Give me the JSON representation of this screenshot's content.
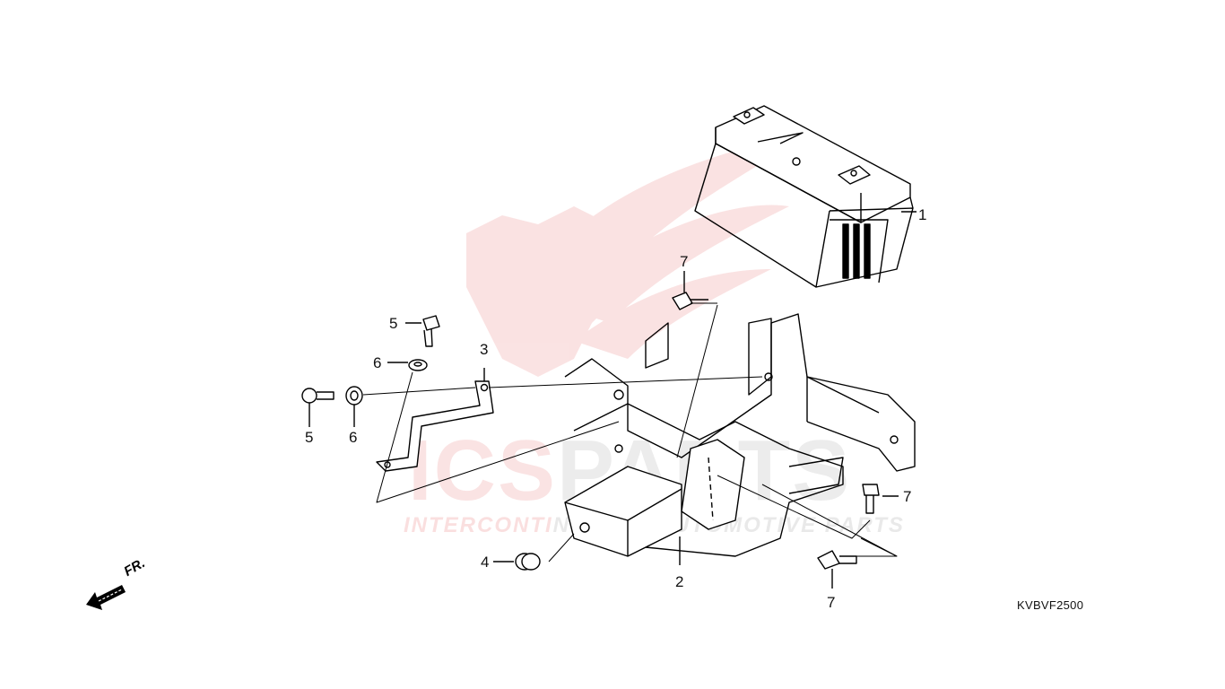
{
  "diagram": {
    "code": "KVBVF2500",
    "direction_label": "FR.",
    "watermark": {
      "brand_red": "ICS",
      "brand_grey": "PARTS",
      "tagline_red": "INTERCONTI",
      "tagline_grey": "NENTAL AUTOMOTIVE PARTS"
    },
    "callouts": [
      {
        "id": "c1",
        "label": "1"
      },
      {
        "id": "c2",
        "label": "2"
      },
      {
        "id": "c3",
        "label": "3"
      },
      {
        "id": "c4",
        "label": "4"
      },
      {
        "id": "c5a",
        "label": "5"
      },
      {
        "id": "c5b",
        "label": "5"
      },
      {
        "id": "c6a",
        "label": "6"
      },
      {
        "id": "c6b",
        "label": "6"
      },
      {
        "id": "c7a",
        "label": "7"
      },
      {
        "id": "c7b",
        "label": "7"
      },
      {
        "id": "c7c",
        "label": "7"
      }
    ]
  },
  "colors": {
    "line": "#000000",
    "watermark_red": "#e25050",
    "watermark_grey": "#888888"
  }
}
